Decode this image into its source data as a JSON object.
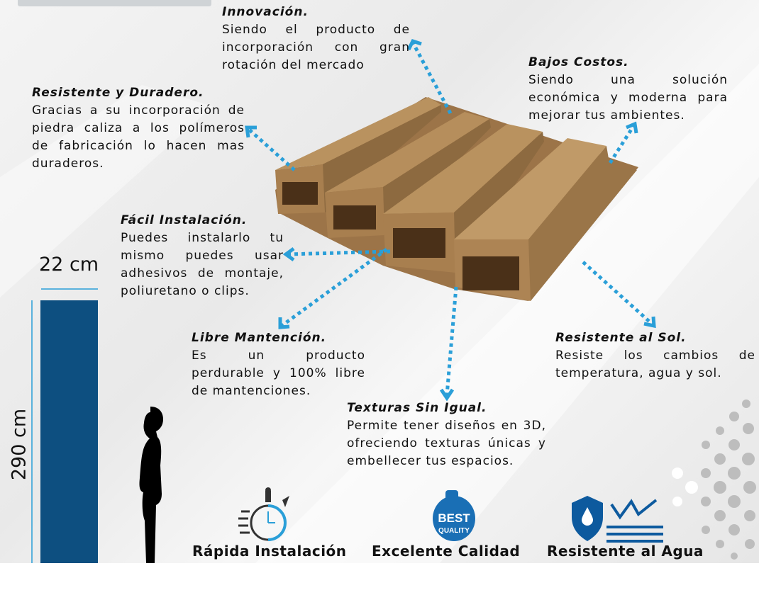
{
  "features": [
    {
      "title": "Innovación.",
      "body": "Siendo el producto de incorporación con gran rotación del mercado"
    },
    {
      "title": "Resistente y Duradero.",
      "body": "Gracias a su incorporación de piedra caliza a los polímeros de fabricación lo hacen mas duraderos."
    },
    {
      "title": "Bajos Costos.",
      "body": "Siendo una solución económica y moderna para mejorar tus ambientes."
    },
    {
      "title": "Fácil Instalación.",
      "body": "Puedes instalarlo tu mismo puedes usar adhesivos de montaje, poliuretano o clips."
    },
    {
      "title": "Libre Mantención.",
      "body": "Es un producto perdurable y 100% libre de mantenciones."
    },
    {
      "title": "Resistente al Sol.",
      "body": "Resiste los cambios de temperatura, agua y sol."
    },
    {
      "title": "Texturas Sin Igual.",
      "body": "Permite tener diseños en 3D, ofreciendo texturas únicas y embellecer tus espacios."
    }
  ],
  "dimensions": {
    "width": "22 cm",
    "height": "290 cm"
  },
  "badges": [
    {
      "label": "Rápida Instalación",
      "icon": "stopwatch-icon"
    },
    {
      "label": "Excelente Calidad",
      "icon": "best-quality-icon",
      "icon_text": "BEST QUALITY"
    },
    {
      "label": "Resistente al Agua",
      "icon": "water-shield-icon"
    }
  ],
  "colors": {
    "accent": "#2a9fd8",
    "bar": "#0d4f80",
    "wood": "#b08350"
  }
}
